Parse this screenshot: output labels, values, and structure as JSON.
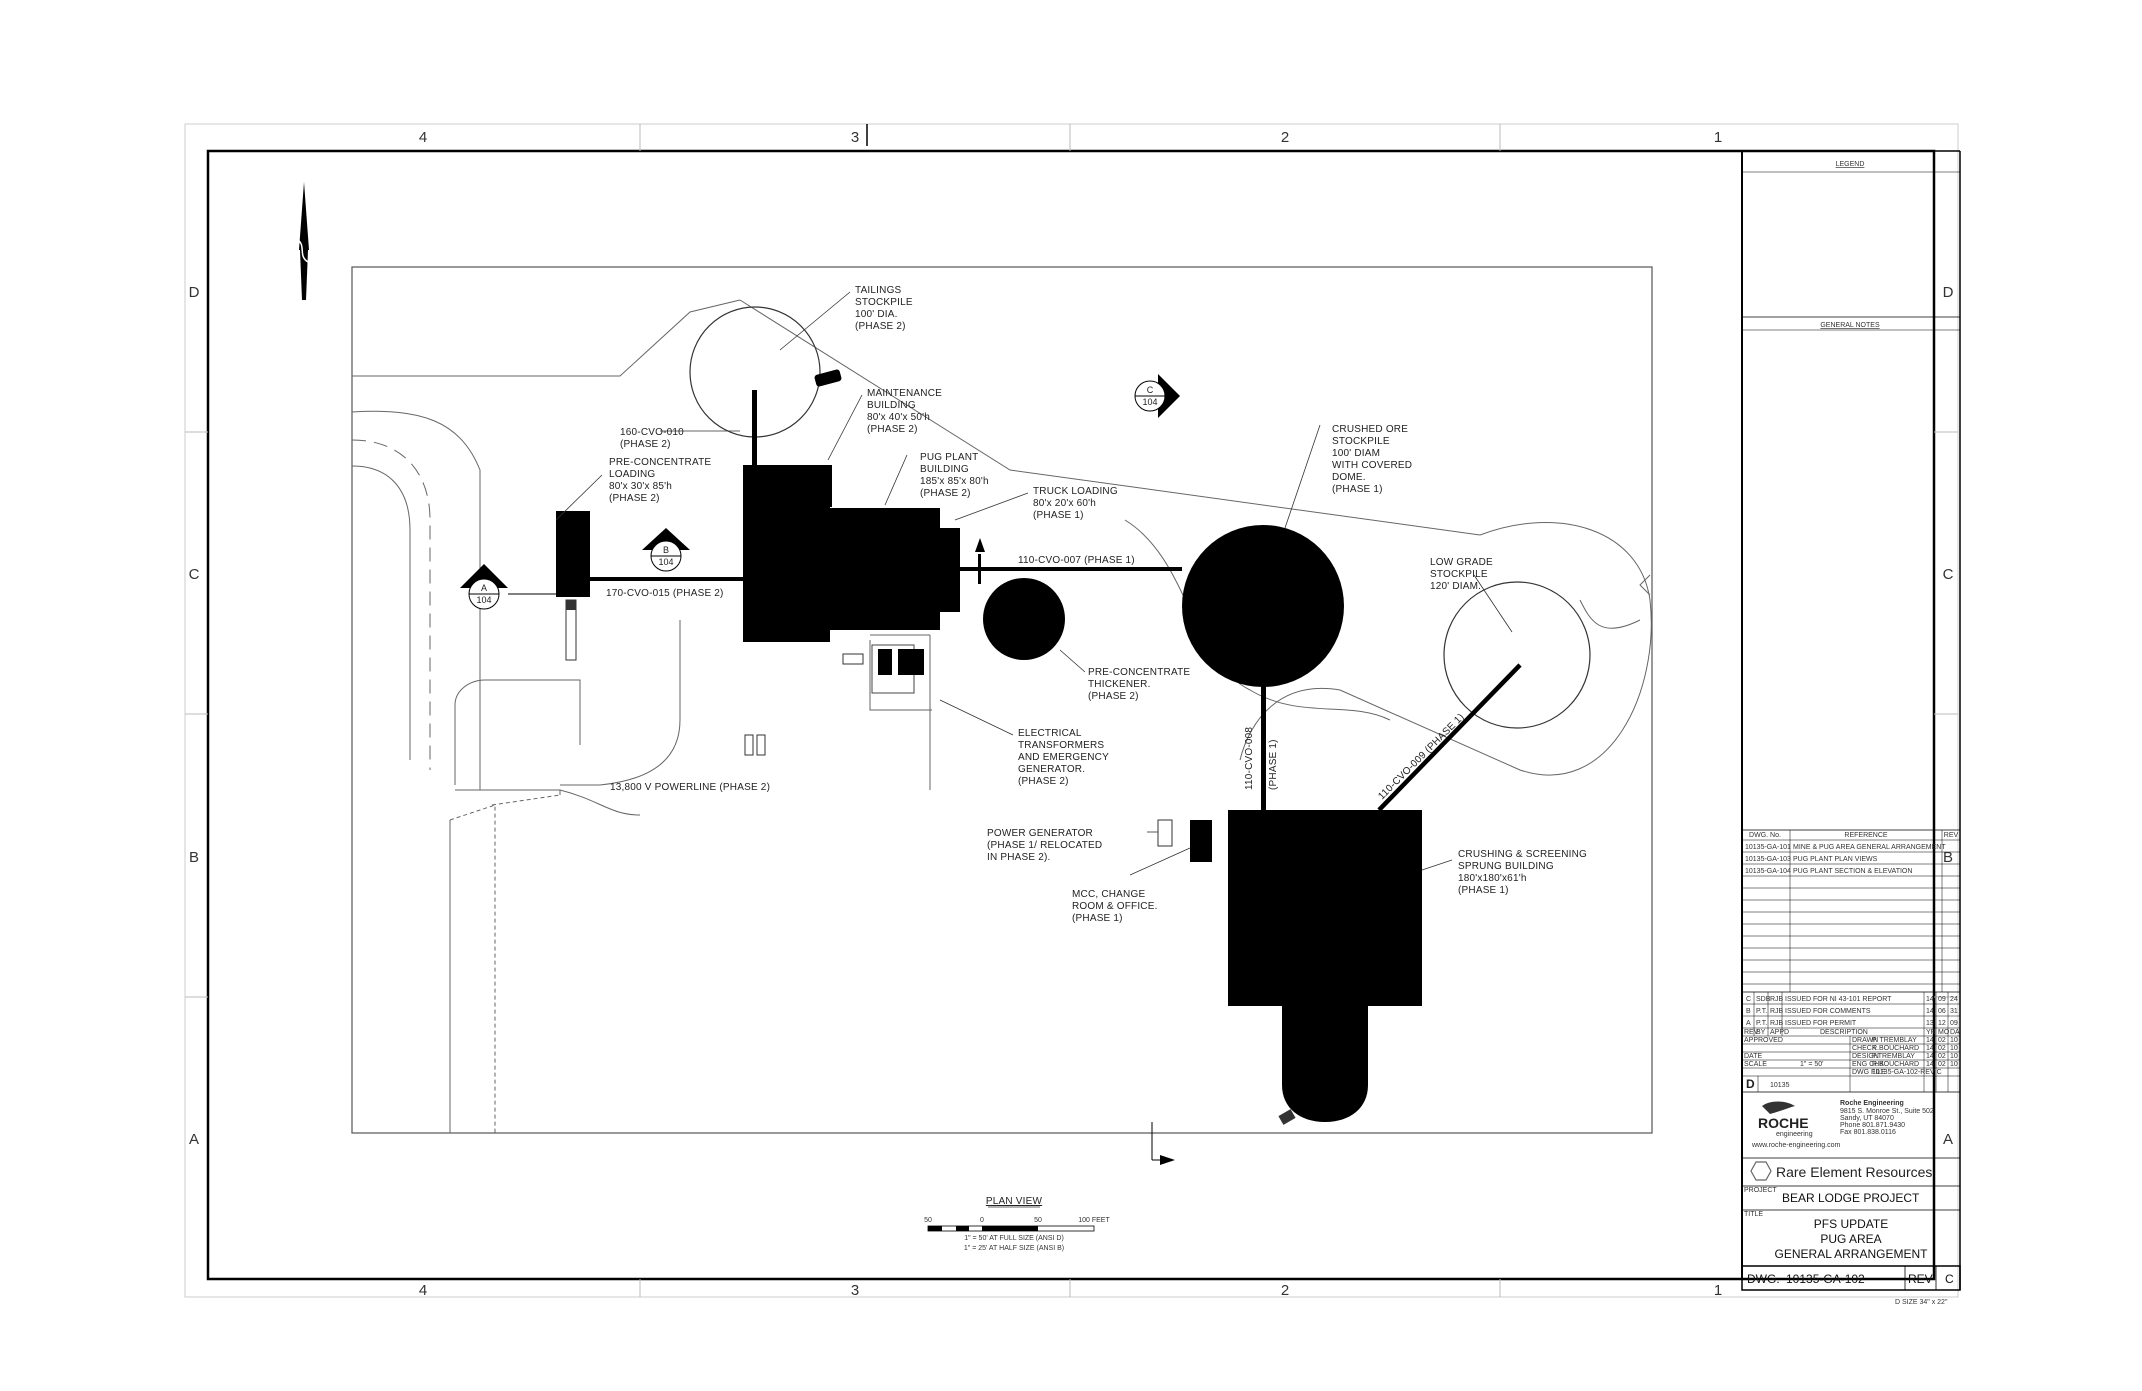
{
  "zones": {
    "columns": [
      "4",
      "3",
      "2",
      "1"
    ],
    "rows": [
      "D",
      "C",
      "B",
      "A"
    ]
  },
  "labels": {
    "tailings": [
      "TAILINGS",
      "STOCKPILE",
      "100' DIA.",
      "(PHASE 2)"
    ],
    "maintenance": [
      "MAINTENANCE",
      "BUILDING",
      "80'x 40'x 50'h",
      "(PHASE 2)"
    ],
    "pug_plant": [
      "PUG PLANT",
      "BUILDING",
      "185'x 85'x 80'h",
      "(PHASE 2)"
    ],
    "truck_loading": [
      "TRUCK LOADING",
      "80'x 20'x 60'h",
      "(PHASE 1)"
    ],
    "crushed_ore": [
      "CRUSHED ORE",
      "STOCKPILE",
      "100' DIAM",
      "WITH COVERED",
      "DOME.",
      "(PHASE 1)"
    ],
    "low_grade": [
      "LOW GRADE",
      "STOCKPILE",
      "120' DIAM."
    ],
    "conveyor_160": [
      "160-CVO-010",
      "(PHASE 2)"
    ],
    "pre_conc_loading": [
      "PRE-CONCENTRATE",
      "LOADING",
      "80'x 30'x 85'h",
      "(PHASE 2)"
    ],
    "conveyor_170": "170-CVO-015 (PHASE 2)",
    "conveyor_110_007": "110-CVO-007 (PHASE 1)",
    "conveyor_110_008": [
      "110-CVO-008",
      "(PHASE 1)"
    ],
    "conveyor_110_009": [
      "110-CVO-009 (PHASE 1)"
    ],
    "thickener": [
      "PRE-CONCENTRATE",
      "THICKENER.",
      "(PHASE 2)"
    ],
    "electrical": [
      "ELECTRICAL",
      "TRANSFORMERS",
      "AND EMERGENCY",
      "GENERATOR.",
      "(PHASE 2)"
    ],
    "powerline": "13,800 V POWERLINE (PHASE 2)",
    "power_generator": [
      "POWER GENERATOR",
      "(PHASE 1/ RELOCATED",
      "IN PHASE 2)."
    ],
    "mcc": [
      "MCC, CHANGE",
      "ROOM & OFFICE.",
      "(PHASE 1)"
    ],
    "crushing": [
      "CRUSHING & SCREENING",
      "SPRUNG BUILDING",
      "180'x180'x61'h",
      "(PHASE 1)"
    ]
  },
  "section_markers": [
    {
      "letter": "A",
      "sheet": "104"
    },
    {
      "letter": "B",
      "sheet": "104"
    },
    {
      "letter": "C",
      "sheet": "104"
    }
  ],
  "plan_view": {
    "title": "PLAN VIEW",
    "scale_ticks": [
      "50",
      "0",
      "50",
      "100 FEET"
    ],
    "scale_note_1": "1\" = 50' AT FULL SIZE (ANSI D)",
    "scale_note_2": "1\" = 25' AT HALF SIZE (ANSI B)"
  },
  "title_block": {
    "legend": "LEGEND",
    "general_notes": "GENERAL NOTES",
    "ref_header": [
      "DWG. No.",
      "REFERENCE",
      "REV"
    ],
    "references": [
      [
        "10135-GA-101",
        "MINE & PUG AREA GENERAL ARRANGEMENT"
      ],
      [
        "10135-GA-103",
        "PUG PLANT PLAN VIEWS"
      ],
      [
        "10135-GA-104",
        "PUG PLANT SECTION & ELEVATION"
      ]
    ],
    "revisions": [
      [
        "C",
        "SDB",
        "RJB",
        "ISSUED FOR NI 43-101 REPORT",
        "14",
        "09",
        "24"
      ],
      [
        "B",
        "P.T.",
        "RJB",
        "ISSUED FOR COMMENTS",
        "14",
        "06",
        "31"
      ],
      [
        "A",
        "P.T.",
        "RJB",
        "ISSUED FOR PERMIT",
        "13",
        "12",
        "09"
      ]
    ],
    "rev_header": [
      "REV",
      "BY",
      "APPD",
      "DESCRIPTION",
      "YR",
      "MO",
      "DA"
    ],
    "approved": "APPROVED",
    "date": "DATE",
    "scale": "SCALE",
    "scale_value": "1\" = 50'",
    "drawn": [
      "DRAWN",
      "P. TREMBLAY",
      "14",
      "02",
      "10"
    ],
    "check": [
      "CHECK",
      "R.BOUCHARD",
      "14",
      "02",
      "10"
    ],
    "design": [
      "DESIGN",
      "P.TREMBLAY",
      "14",
      "02",
      "10"
    ],
    "eng_chk": [
      "ENG CHK",
      "R.BOUCHARD",
      "14",
      "02",
      "10"
    ],
    "dwg_file": [
      "DWG FILE",
      "10135-GA-102-REV C"
    ],
    "size_letter": "D",
    "project_number": "10135",
    "firm": {
      "logo": "ROCHE",
      "logo_sub": "engineering",
      "name": "Roche Engineering",
      "address_1": "9815 S. Monroe St., Suite 502",
      "address_2": "Sandy, UT 84070",
      "phone": "Phone 801.871.9430",
      "fax": "Fax 801.838.0116",
      "web": "www.roche-engineering.com"
    },
    "client": "Rare Element Resources",
    "project_label": "PROJECT",
    "project": "BEAR LODGE PROJECT",
    "title_label": "TITLE",
    "title_lines": [
      "PFS UPDATE",
      "PUG AREA",
      "GENERAL ARRANGEMENT"
    ],
    "dwg_label": "DWG.",
    "dwg_number": "10135-GA-102",
    "rev_label": "REV",
    "rev": "C",
    "size_note": "D SIZE 34\" x 22\""
  }
}
